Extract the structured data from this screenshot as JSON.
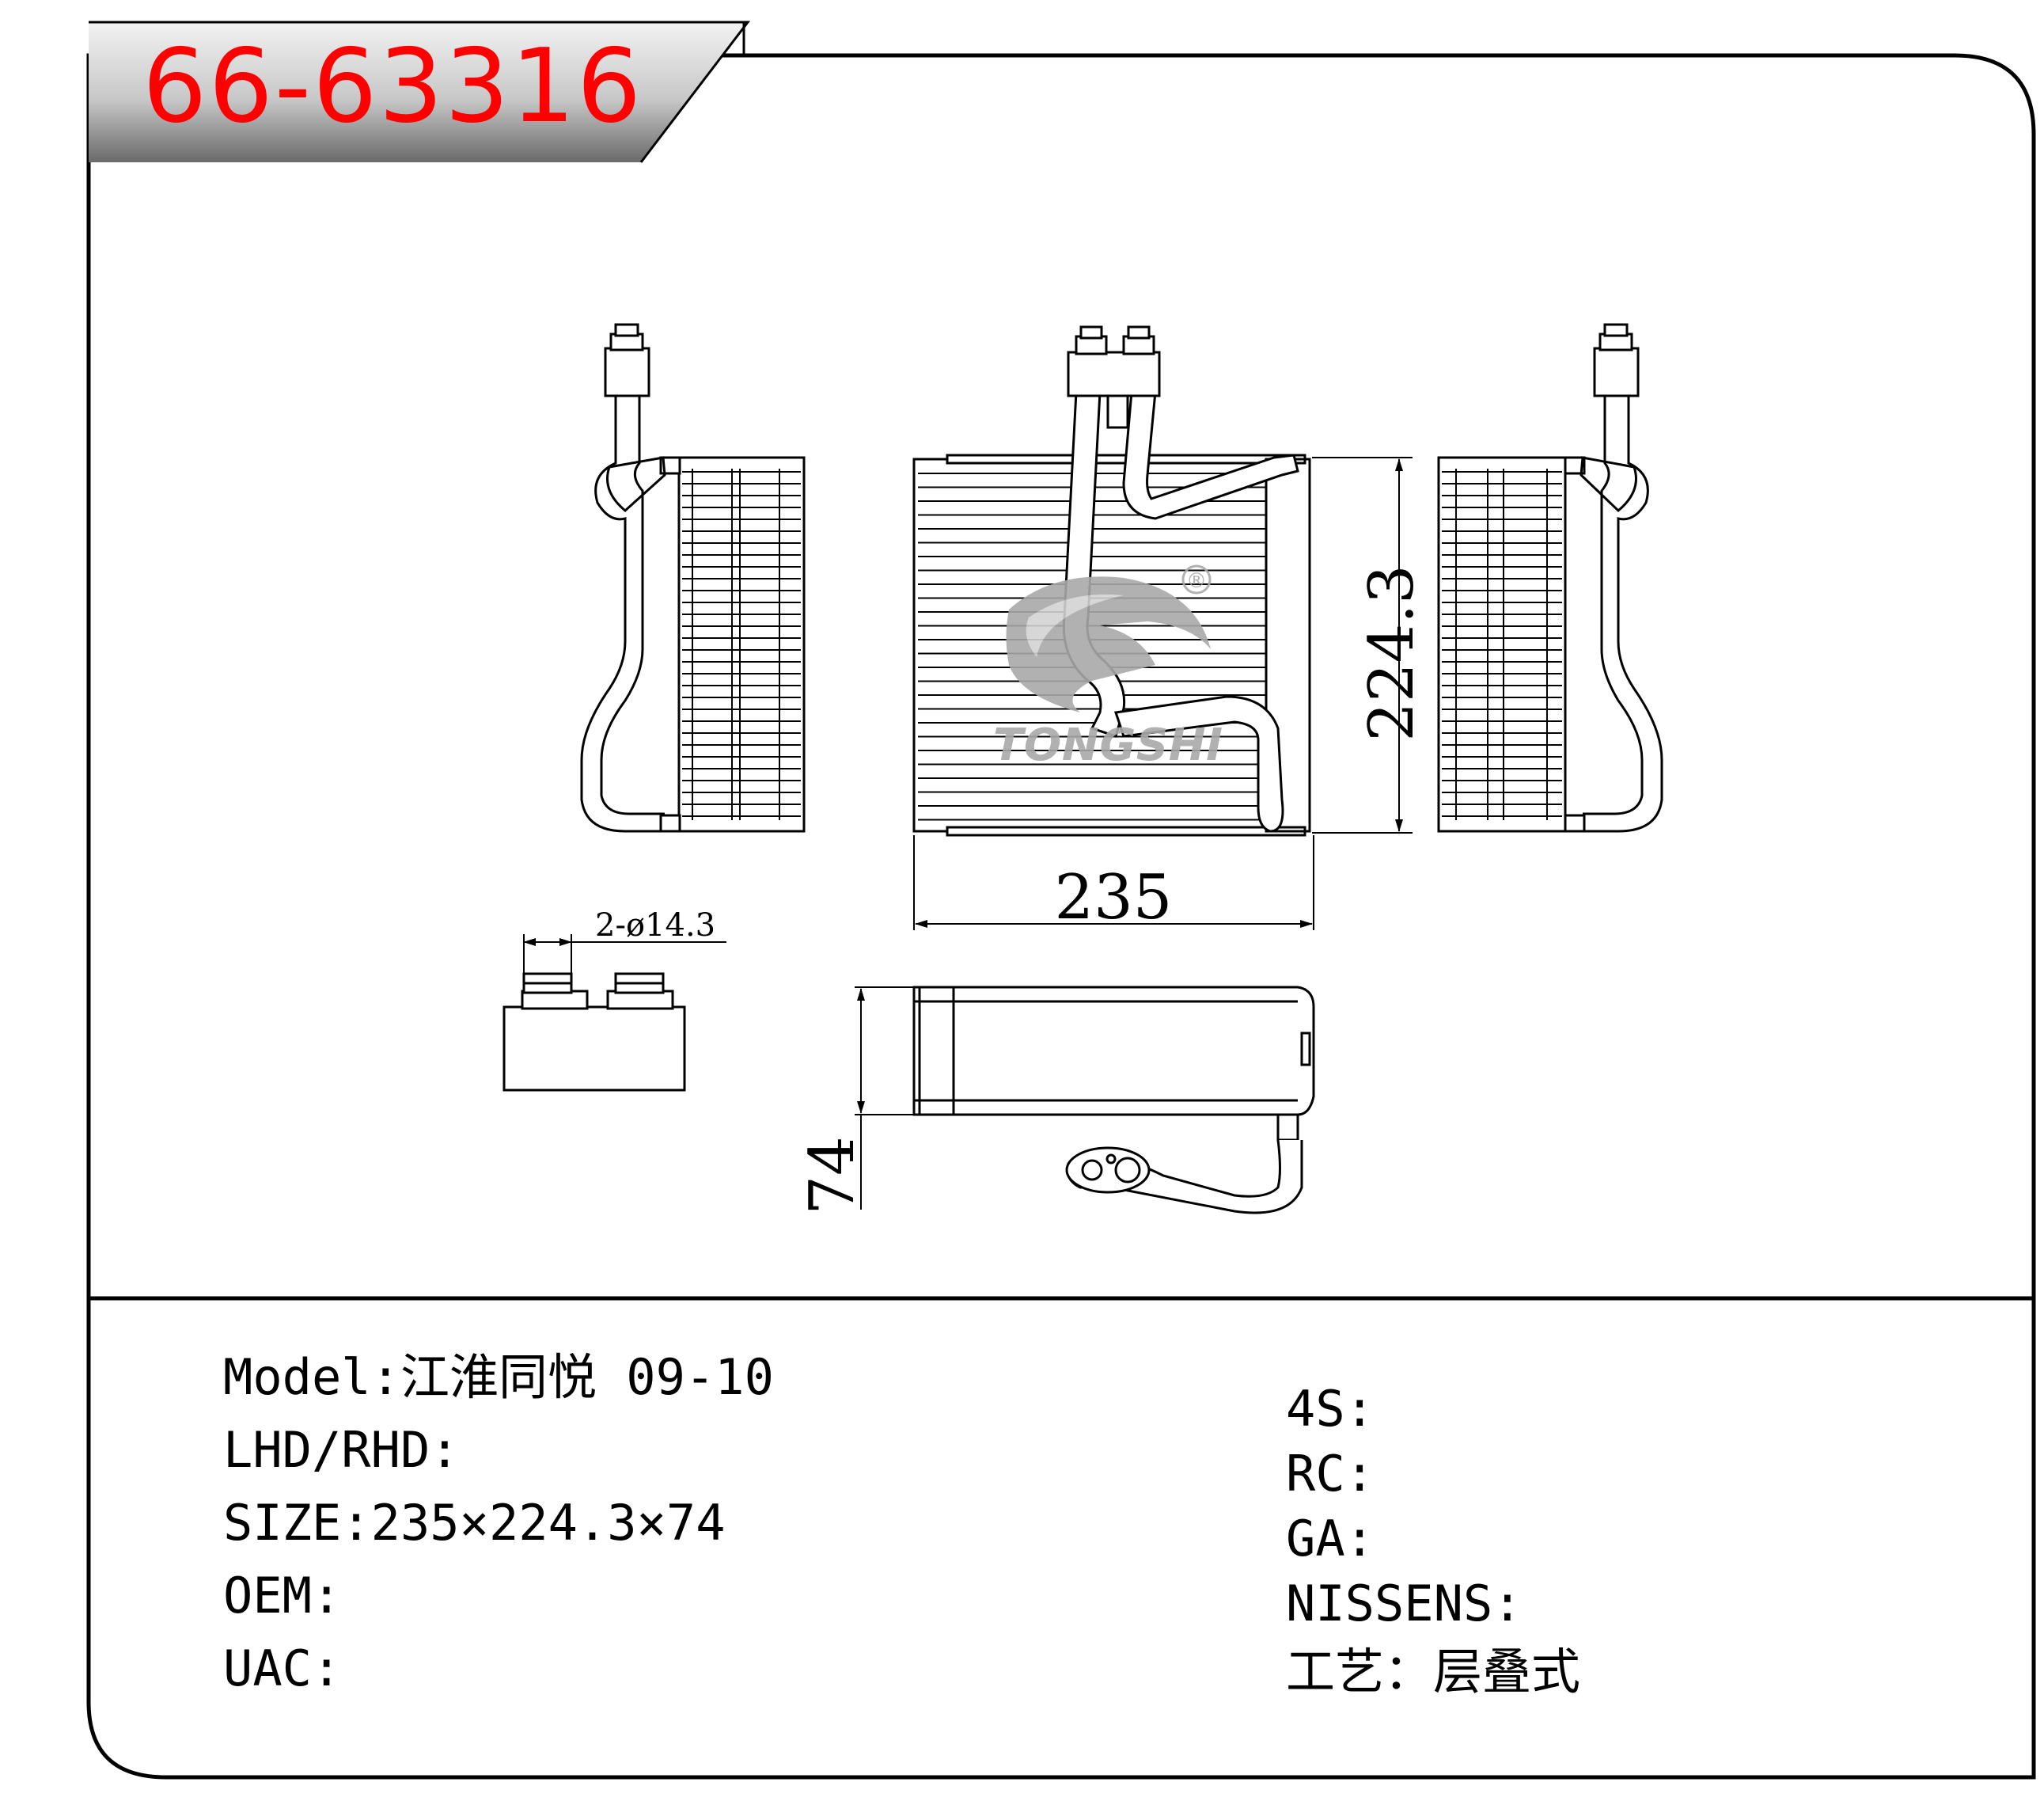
{
  "header": {
    "part_number": "66-63316"
  },
  "dimensions": {
    "width": "235",
    "height": "224.3",
    "depth": "74",
    "pipe_spec": "2-ø14.3"
  },
  "watermark": {
    "brand": "TONGSHI",
    "registered_mark": "®"
  },
  "specs_left": [
    {
      "label": "Model",
      "sep": ":",
      "value": "江淮同悦 09-10"
    },
    {
      "label": "LHD/RHD",
      "sep": ":",
      "value": ""
    },
    {
      "label": "SIZE",
      "sep": ":",
      "value": "235×224.3×74"
    },
    {
      "label": "OEM",
      "sep": ":",
      "value": ""
    },
    {
      "label": "UAC",
      "sep": ":",
      "value": ""
    }
  ],
  "specs_right": [
    {
      "label": "4S",
      "sep": ":",
      "value": ""
    },
    {
      "label": "RC",
      "sep": ":",
      "value": ""
    },
    {
      "label": "GA",
      "sep": ":",
      "value": ""
    },
    {
      "label": "NISSENS",
      "sep": ":",
      "value": ""
    },
    {
      "label": "工艺",
      "sep": "：",
      "value": "层叠式"
    }
  ],
  "colors": {
    "part_number": "#ff0000",
    "line": "#000000",
    "watermark": "#a9a9a9",
    "header_band": "#8a8a8a"
  }
}
